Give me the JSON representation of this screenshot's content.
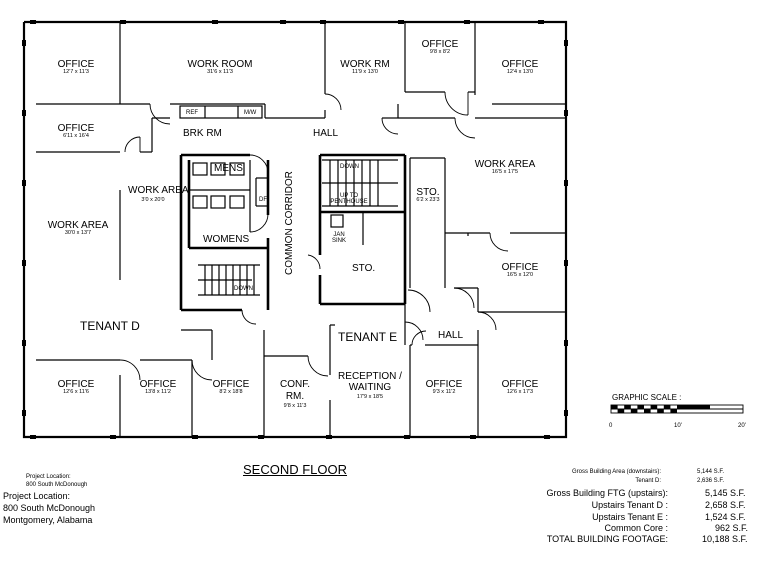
{
  "rooms": {
    "office_nw": {
      "name": "OFFICE",
      "dim": "12'7 x 11'3"
    },
    "work_room": {
      "name": "WORK ROOM",
      "dim": "31'6 x 11'3"
    },
    "work_rm": {
      "name": "WORK RM",
      "dim": "11'9 x 13'0"
    },
    "office_n_small": {
      "name": "OFFICE",
      "dim": "9'8 x 8'2"
    },
    "office_ne": {
      "name": "OFFICE",
      "dim": "12'4 x 13'0"
    },
    "office_w2": {
      "name": "OFFICE",
      "dim": "6'11 x 16'4"
    },
    "brk_rm": {
      "name": "BRK RM",
      "ref": "REF",
      "mw": "M/W"
    },
    "hall_n": {
      "name": "HALL"
    },
    "work_area_ne": {
      "name": "WORK AREA",
      "dim": "16'5 x 17'5"
    },
    "work_area_c": {
      "name": "WORK AREA",
      "dim": "3'0 x 20'0"
    },
    "work_area_w": {
      "name": "WORK AREA",
      "dim": "30'0 x 13'7"
    },
    "mens": {
      "name": "MENS",
      "df": "DF"
    },
    "womens": {
      "name": "WOMENS"
    },
    "common_corridor": {
      "name": "COMMON CORRIDOR"
    },
    "stair_n": {
      "down": "DOWN",
      "up": "UP TO PENTHOUSE"
    },
    "jan_sink": {
      "name": "JAN SINK"
    },
    "sto_n": {
      "name": "STO.",
      "dim": "6'2 x 23'3"
    },
    "sto_c": {
      "name": "STO."
    },
    "office_e": {
      "name": "OFFICE",
      "dim": "16'5 x 12'0"
    },
    "stair_s": {
      "down": "DOWN"
    },
    "tenant_d": {
      "name": "TENANT D"
    },
    "tenant_e": {
      "name": "TENANT E"
    },
    "hall_e": {
      "name": "HALL"
    },
    "office_s1": {
      "name": "OFFICE",
      "dim": "12'6 x 11'6"
    },
    "office_s2": {
      "name": "OFFICE",
      "dim": "13'8 x 11'2"
    },
    "office_s3": {
      "name": "OFFICE",
      "dim": "8'2 x 18'8"
    },
    "conf_rm": {
      "name1": "CONF.",
      "name2": "RM.",
      "dim": "9'8 x 11'3"
    },
    "reception": {
      "name1": "RECEPTION /",
      "name2": "WAITING",
      "dim": "17'9 x 18'5"
    },
    "office_s4": {
      "name": "OFFICE",
      "dim": "9'3 x 11'2"
    },
    "office_s5": {
      "name": "OFFICE",
      "dim": "12'6 x 17'3"
    }
  },
  "scale": {
    "title": "GRAPHIC SCALE :",
    "ticks": [
      "0",
      "10'",
      "20'"
    ]
  },
  "floor_title": "SECOND FLOOR",
  "location": {
    "small_1": "Project Location:",
    "small_2": "800 South McDonough",
    "line1": "Project Location:",
    "line2": "800 South McDonough",
    "line3": "Montgomery, Alabama"
  },
  "areas_small": [
    {
      "label": "Gross Building Area (downstairs):",
      "value": "5,144 S.F."
    },
    {
      "label": "Tenant D:",
      "value": "2,636 S.F."
    }
  ],
  "areas": [
    {
      "label": "Gross Building FTG (upstairs):",
      "value": "5,145 S.F."
    },
    {
      "label": "Upstairs Tenant D :",
      "value": "2,658 S.F."
    },
    {
      "label": "Upstairs Tenant E :",
      "value": "1,524 S.F."
    },
    {
      "label": "Common Core :",
      "value": "962 S.F."
    },
    {
      "label": "TOTAL BUILDING FOOTAGE:",
      "value": "10,188 S.F."
    }
  ]
}
